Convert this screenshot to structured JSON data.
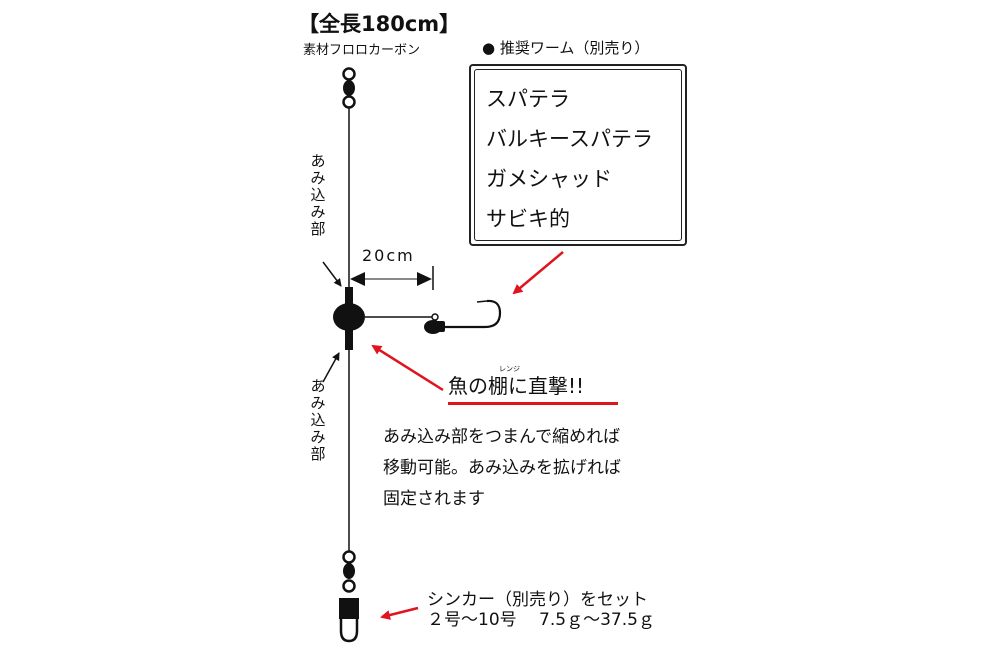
{
  "header": {
    "title": "【全長180cm】",
    "material": "素材フロロカーボン"
  },
  "recommended_worms": {
    "title": "● 推奨ワーム（別売り）",
    "items": [
      "スパテラ",
      "バルキースパテラ",
      "ガメシャッド",
      "サビキ的"
    ]
  },
  "labels": {
    "ami_top": "あみ込み部",
    "ami_bottom": "あみ込み部",
    "dimension": "20cm"
  },
  "headline": {
    "text": "魚の棚に直撃!!",
    "ruby": "レンジ",
    "accent_color": "#e0141e"
  },
  "description": {
    "lines": [
      "あみ込み部をつまんで縮めれば",
      "移動可能。あみ込みを拡げれば",
      "固定されます"
    ]
  },
  "sinker": {
    "line1": "シンカー（別売り）をセット",
    "line2": "２号～10号　 7.5ｇ～37.5ｇ"
  },
  "colors": {
    "line": "#111111",
    "arrow_red": "#e0141e"
  }
}
